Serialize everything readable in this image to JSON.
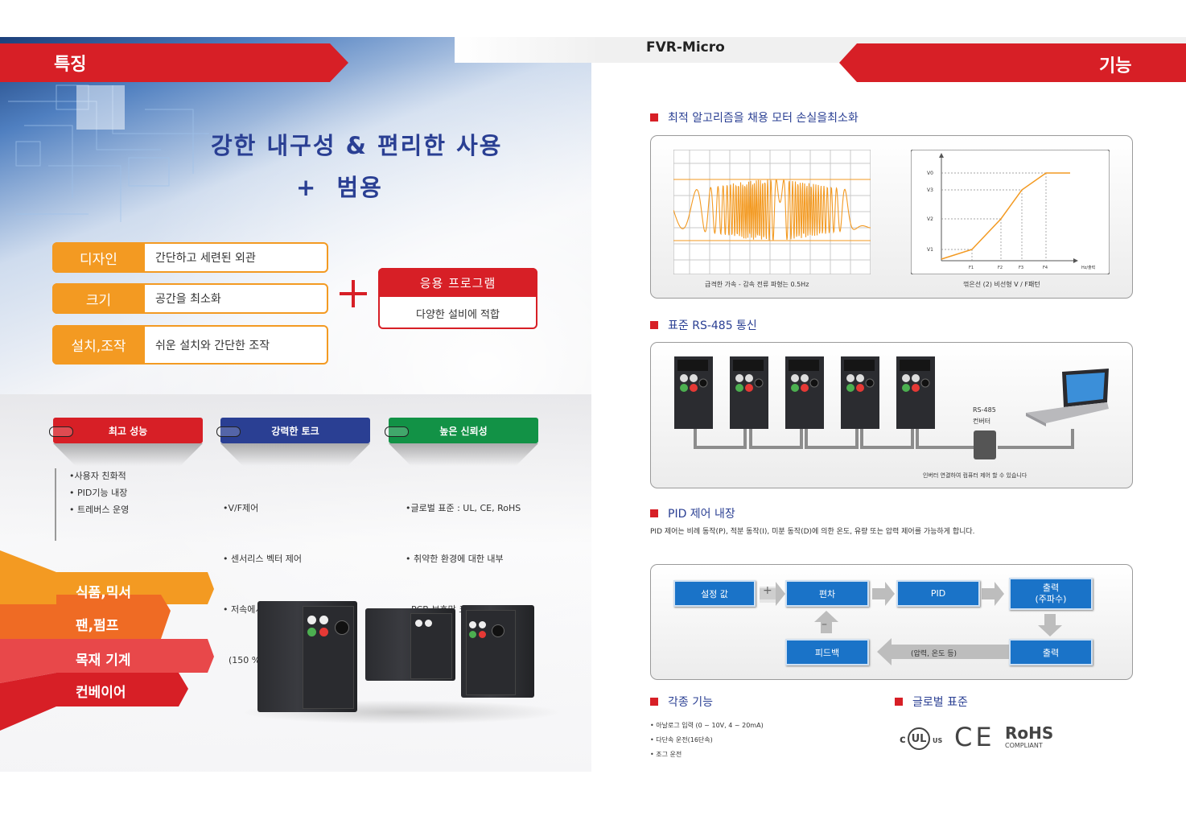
{
  "header": {
    "left_section_title": "특징",
    "center_title": "FVR-Micro",
    "right_section_title": "기능"
  },
  "headline": {
    "line1": "강한 내구성 & 편리한 사용",
    "line2": "+  범용"
  },
  "features": [
    {
      "label": "디자인",
      "text": "간단하고 세련된 외관"
    },
    {
      "label": "크기",
      "text": "공간을 최소화"
    },
    {
      "label": "설치,조작",
      "text": "쉬운 설치와 간단한 조작"
    }
  ],
  "application": {
    "title": "응용 프로그램",
    "subtitle": "다양한 설비에 적합"
  },
  "tabs": [
    {
      "label": "최고 성능",
      "color": "#d71f26",
      "bullets": [
        "•사용자 친화적",
        "• PID기능 내장",
        "• 트레버스 운영"
      ]
    },
    {
      "label": "강력한 토크",
      "color": "#2a3f93",
      "bullets": [
        "•V/F제어",
        "• 센서리스 벡터 제어",
        "• 저속에서 강력한 토오크",
        "  (150 % @ 1Hz)"
      ]
    },
    {
      "label": "높은 신뢰성",
      "color": "#129246",
      "bullets": [
        "•글로벌 표준 : UL, CE, RoHS",
        "• 취약한 환경에 대한 내부",
        "  PCB 보호막 코팅"
      ]
    }
  ],
  "industries": [
    {
      "label": "식품,믹서",
      "color": "#f39a22"
    },
    {
      "label": "팬,펌프",
      "color": "#ef6b24"
    },
    {
      "label": "목재 기계",
      "color": "#e8484a"
    },
    {
      "label": "컨베이어",
      "color": "#d71f26"
    }
  ],
  "sections": {
    "algorithm": {
      "title": "최적 알고리즘을 채용 모터 손실을최소화",
      "caption_left": "급격한 가속 - 감속 전류 파형는 0.5Hz",
      "caption_right": "꺾은선 (2) 비선형 V / F패턴",
      "vf_y_labels": [
        "V0",
        "V3",
        "V2",
        "V1"
      ],
      "vf_x_labels": [
        "F1",
        "F2",
        "F3",
        "F4",
        "Hz/출력"
      ]
    },
    "rs485": {
      "title": "표준 RS-485 통신",
      "converter_label_1": "RS-485",
      "converter_label_2": "컨버터",
      "caption": "인버터 연결하여 컴퓨터 제어 할 수 있습니다"
    },
    "pid": {
      "title": "PID 제어 내장",
      "description": "PID 제어는 비례 동작(P), 적분 동작(I), 미분 동작(D)에 의한 온도, 유량 또는 압력 제어를 가능하게 합니다.",
      "boxes": {
        "setpoint": "설정 값",
        "deviation": "편차",
        "pid": "PID",
        "output_freq_1": "출력",
        "output_freq_2": "(주파수)",
        "feedback": "피드백",
        "output": "출력"
      },
      "plus_sign": "+",
      "minus_sign": "–",
      "feedback_arrow_label": "(압력, 온도 등)"
    },
    "functions": {
      "title": "각종 기능",
      "items": [
        "• 아날로그 입력 (0 ~ 10V, 4 ~ 20mA)",
        "• 다단속 운전(16단속)",
        "• 조그 운전"
      ]
    },
    "global": {
      "title": "글로벌 표준",
      "ul_text": "UL",
      "ul_c": "c",
      "ul_us": "US",
      "ce_text": "CE",
      "rohs_text": "RoHS",
      "rohs_sub": "COMPLIANT"
    }
  },
  "colors": {
    "red": "#d71f26",
    "blue": "#2a3f93",
    "orange": "#f39a22",
    "green": "#129246",
    "diagram_blue": "#1a73c8"
  }
}
